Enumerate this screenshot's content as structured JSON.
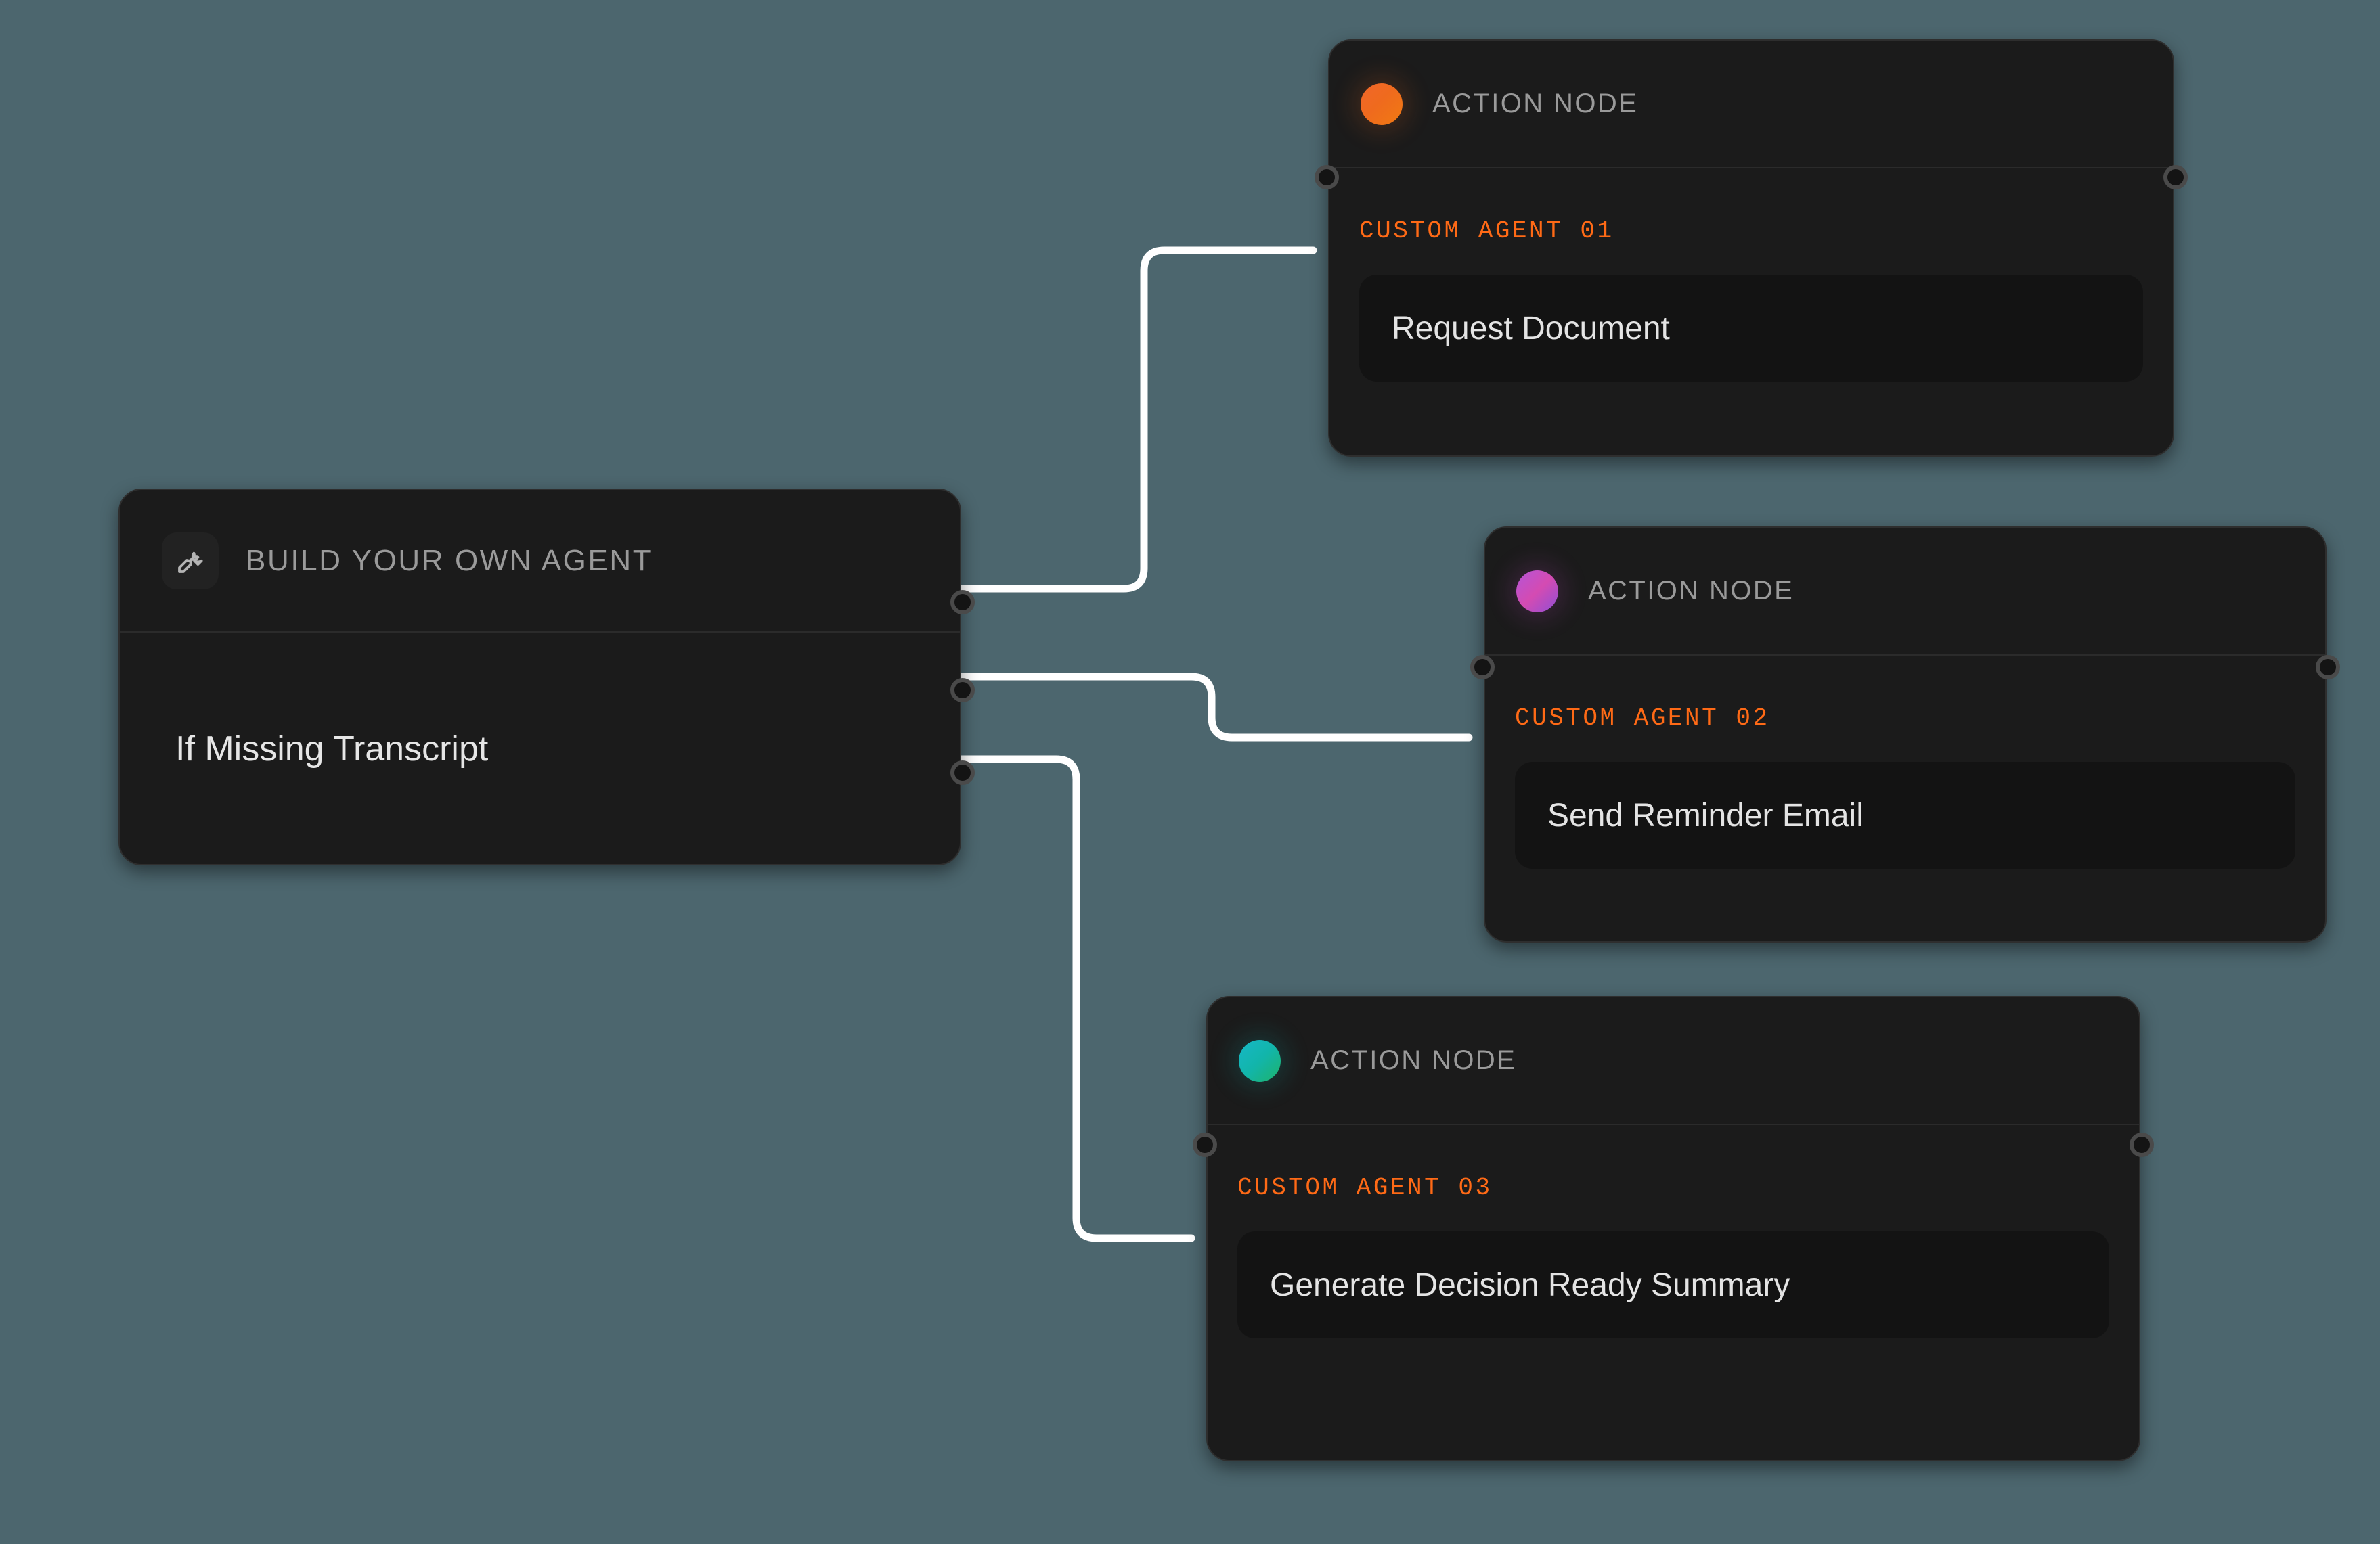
{
  "canvas": {
    "background_color": "#4c666e",
    "edge_color": "#ffffff"
  },
  "trigger_node": {
    "icon": "wrench-icon",
    "header_label": "BUILD YOUR OWN AGENT",
    "body_label": "If Missing Transcript",
    "output_port_count": 3
  },
  "action_nodes": [
    {
      "id": "action-node-1",
      "header_label": "ACTION NODE",
      "dot_color": "#ef6a1e",
      "dot_name": "status-dot-orange",
      "agent_tag": "CUSTOM AGENT 01",
      "agent_tag_color": "#ff6a16",
      "value": "Request Document"
    },
    {
      "id": "action-node-2",
      "header_label": "ACTION NODE",
      "dot_color": "#c84cc4",
      "dot_name": "status-dot-magenta",
      "agent_tag": "CUSTOM AGENT 02",
      "agent_tag_color": "#ff6a16",
      "value": "Send Reminder Email"
    },
    {
      "id": "action-node-3",
      "header_label": "ACTION NODE",
      "dot_color": "#14b6b4",
      "dot_name": "status-dot-teal",
      "agent_tag": "CUSTOM AGENT 03",
      "agent_tag_color": "#ff6a16",
      "value": "Generate Decision Ready Summary"
    }
  ],
  "connections": [
    {
      "from": "trigger-port-1",
      "to": "action-node-1-input"
    },
    {
      "from": "trigger-port-2",
      "to": "action-node-2-input"
    },
    {
      "from": "trigger-port-3",
      "to": "action-node-3-input"
    }
  ]
}
